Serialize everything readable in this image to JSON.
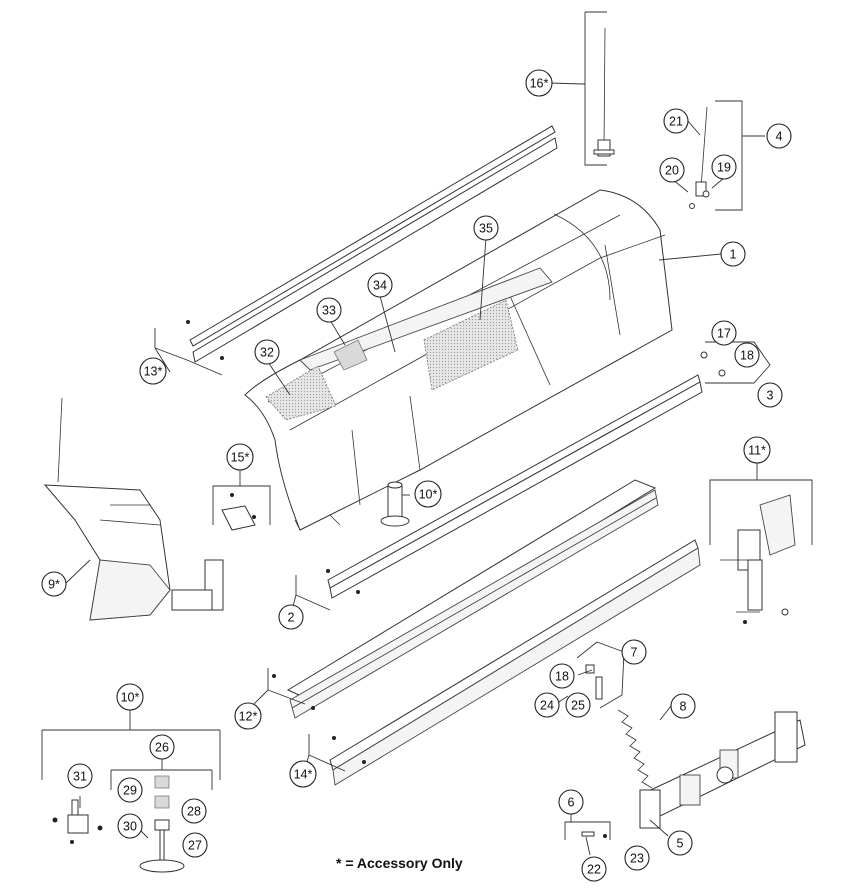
{
  "callouts": [
    {
      "id": "c1",
      "label": "1"
    },
    {
      "id": "c2",
      "label": "2"
    },
    {
      "id": "c3",
      "label": "3"
    },
    {
      "id": "c4",
      "label": "4"
    },
    {
      "id": "c5",
      "label": "5"
    },
    {
      "id": "c6",
      "label": "6"
    },
    {
      "id": "c7",
      "label": "7"
    },
    {
      "id": "c8",
      "label": "8"
    },
    {
      "id": "c9",
      "label": "9*"
    },
    {
      "id": "c10a",
      "label": "10*"
    },
    {
      "id": "c10b",
      "label": "10*"
    },
    {
      "id": "c11",
      "label": "11*"
    },
    {
      "id": "c12",
      "label": "12*"
    },
    {
      "id": "c13",
      "label": "13*"
    },
    {
      "id": "c14",
      "label": "14*"
    },
    {
      "id": "c15",
      "label": "15*"
    },
    {
      "id": "c16",
      "label": "16*"
    },
    {
      "id": "c17",
      "label": "17"
    },
    {
      "id": "c18a",
      "label": "18"
    },
    {
      "id": "c18b",
      "label": "18"
    },
    {
      "id": "c19",
      "label": "19"
    },
    {
      "id": "c20",
      "label": "20"
    },
    {
      "id": "c21",
      "label": "21"
    },
    {
      "id": "c22",
      "label": "22"
    },
    {
      "id": "c23",
      "label": "23"
    },
    {
      "id": "c24",
      "label": "24"
    },
    {
      "id": "c25",
      "label": "25"
    },
    {
      "id": "c26",
      "label": "26"
    },
    {
      "id": "c27",
      "label": "27"
    },
    {
      "id": "c28",
      "label": "28"
    },
    {
      "id": "c29",
      "label": "29"
    },
    {
      "id": "c30",
      "label": "30"
    },
    {
      "id": "c31",
      "label": "31"
    },
    {
      "id": "c32",
      "label": "32"
    },
    {
      "id": "c33",
      "label": "33"
    },
    {
      "id": "c34",
      "label": "34"
    },
    {
      "id": "c35",
      "label": "35"
    }
  ],
  "footnote": "* = Accessory Only"
}
